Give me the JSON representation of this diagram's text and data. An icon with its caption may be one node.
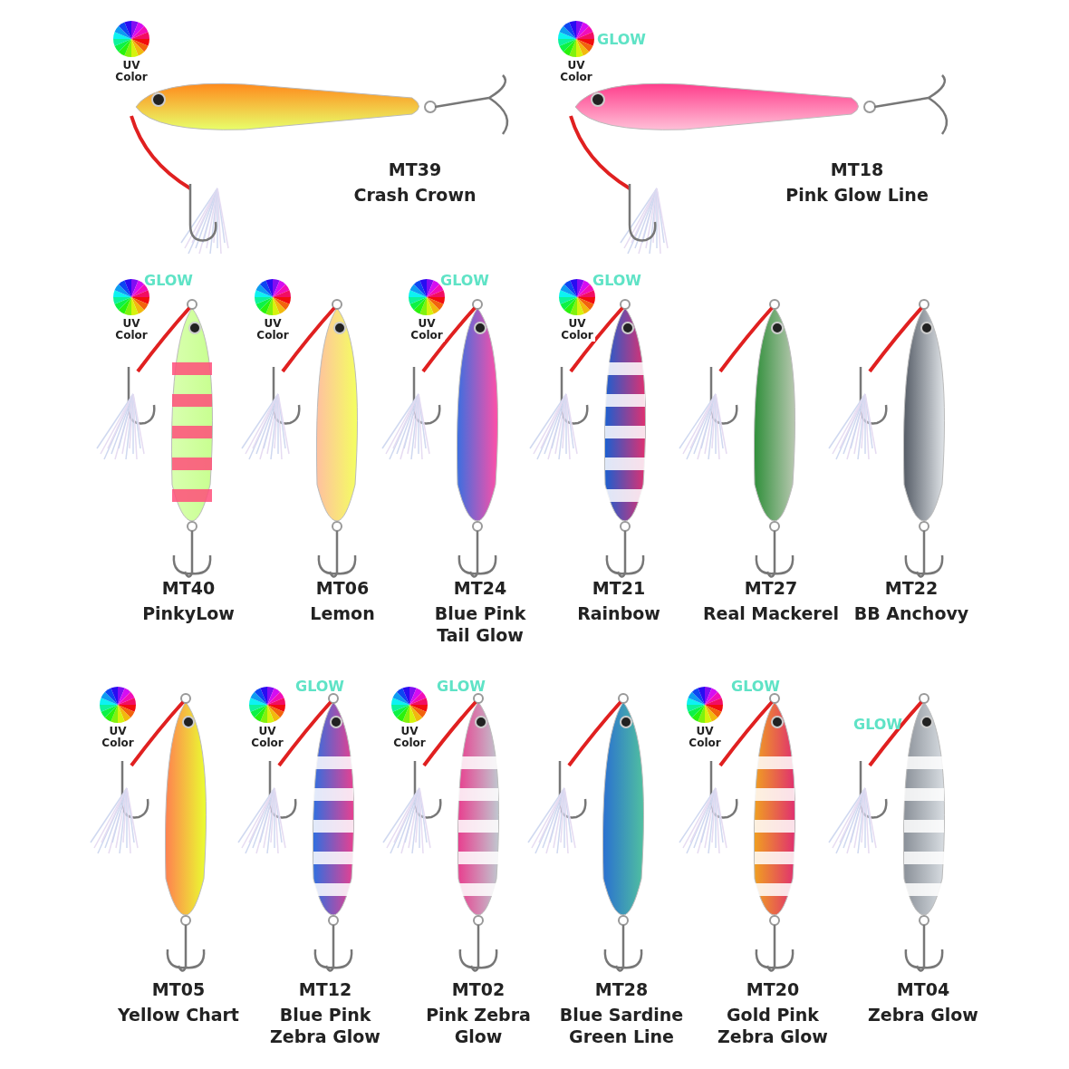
{
  "diagram": {
    "labels": [
      "UV Color",
      "MT39",
      "Crash Crown",
      "UV Color",
      "GLOW",
      "MT18",
      "Pink Glow Line",
      "UV Color",
      "GLOW",
      "MT40",
      "PinkyLow",
      "UV Color",
      "MT06",
      "Lemon",
      "UV Color",
      "GLOW",
      "MT24",
      "Blue Pink Tail Glow",
      "UV Color",
      "GLOW",
      "MT21",
      "Rainbow",
      "MT27",
      "Real Mackerel",
      "MT22",
      "BB Anchovy",
      "UV Color",
      "MT05",
      "Yellow Chart",
      "UV Color",
      "GLOW",
      "MT12",
      "Blue Pink Zebra Glow",
      "UV Color",
      "GLOW",
      "MT02",
      "Pink Zebra Glow",
      "MT28",
      "Blue Sardine Green Line",
      "UV Color",
      "GLOW",
      "MT20",
      "Gold Pink Zebra Glow",
      "GLOW",
      "MT04",
      "Zebra Glow"
    ]
  }
}
